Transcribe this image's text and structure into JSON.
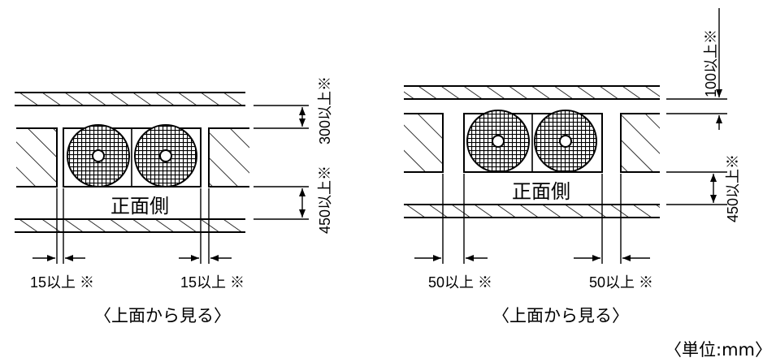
{
  "unit_label": "〈単位:mm〉",
  "left_view": {
    "front_label": "正面側",
    "caption": "〈上面から見る〉",
    "top_gap": "300以上※",
    "front_gap": "450以上※",
    "left_side_gap": "15以上 ※",
    "right_side_gap": "15以上 ※"
  },
  "right_view": {
    "front_label": "正面側",
    "caption": "〈上面から見る〉",
    "overhead_gap": "100以上※",
    "front_gap": "450以上※",
    "left_side_gap": "50以上 ※",
    "right_side_gap": "50以上 ※"
  }
}
